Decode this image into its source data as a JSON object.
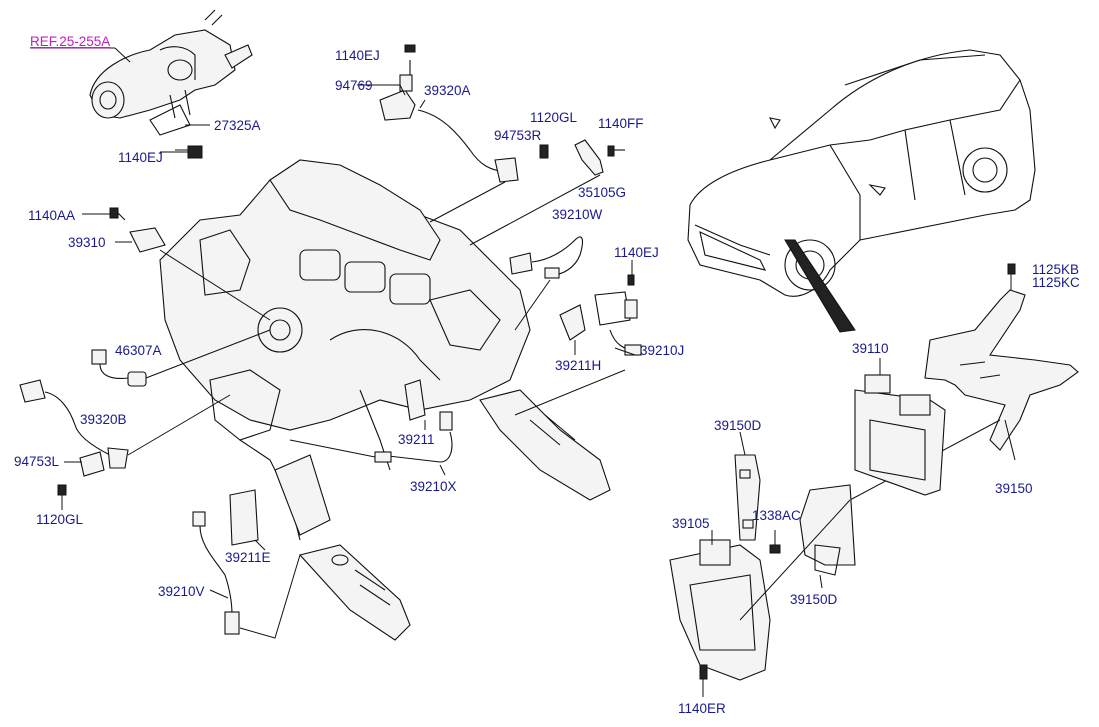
{
  "diagram": {
    "ref_label": "REF.25-255A",
    "labels": [
      {
        "id": "l-27325a",
        "text": "27325A"
      },
      {
        "id": "l-1140ej-a",
        "text": "1140EJ"
      },
      {
        "id": "l-1140ej-b",
        "text": "1140EJ"
      },
      {
        "id": "l-94769",
        "text": "94769"
      },
      {
        "id": "l-39320a",
        "text": "39320A"
      },
      {
        "id": "l-1120gl-a",
        "text": "1120GL"
      },
      {
        "id": "l-94753r",
        "text": "94753R"
      },
      {
        "id": "l-1140ff",
        "text": "1140FF"
      },
      {
        "id": "l-35105g",
        "text": "35105G"
      },
      {
        "id": "l-39210w",
        "text": "39210W"
      },
      {
        "id": "l-1140aa",
        "text": "1140AA"
      },
      {
        "id": "l-39310",
        "text": "39310"
      },
      {
        "id": "l-1140ej-c",
        "text": "1140EJ"
      },
      {
        "id": "l-46307a",
        "text": "46307A"
      },
      {
        "id": "l-39211h",
        "text": "39211H"
      },
      {
        "id": "l-39210j",
        "text": "39210J"
      },
      {
        "id": "l-39320b",
        "text": "39320B"
      },
      {
        "id": "l-94753l",
        "text": "94753L"
      },
      {
        "id": "l-1120gl-b",
        "text": "1120GL"
      },
      {
        "id": "l-39211",
        "text": "39211"
      },
      {
        "id": "l-39210x",
        "text": "39210X"
      },
      {
        "id": "l-39211e",
        "text": "39211E"
      },
      {
        "id": "l-39210v",
        "text": "39210V"
      },
      {
        "id": "l-1125kb",
        "text": "1125KB"
      },
      {
        "id": "l-1125kc",
        "text": "1125KC"
      },
      {
        "id": "l-39110",
        "text": "39110"
      },
      {
        "id": "l-39150d-a",
        "text": "39150D"
      },
      {
        "id": "l-39150",
        "text": "39150"
      },
      {
        "id": "l-1338ac",
        "text": "1338AC"
      },
      {
        "id": "l-39105",
        "text": "39105"
      },
      {
        "id": "l-39150d-b",
        "text": "39150D"
      },
      {
        "id": "l-1140er",
        "text": "1140ER"
      }
    ]
  }
}
